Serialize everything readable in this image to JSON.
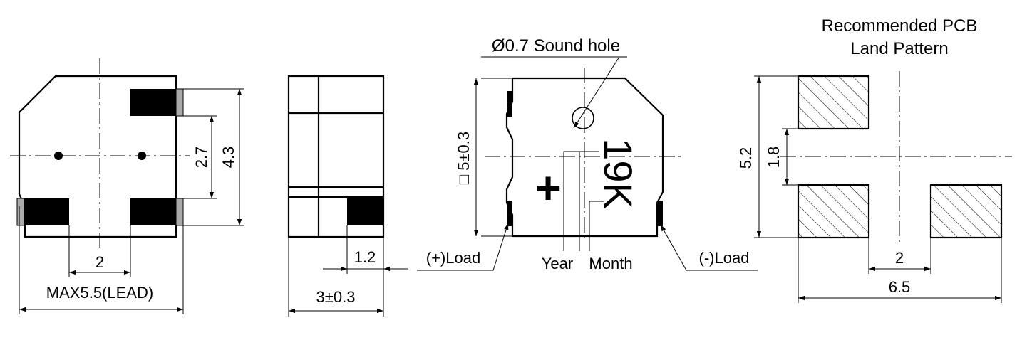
{
  "front_view": {
    "pin_spacing": "2",
    "inner_pitch": "2.7",
    "outer_pitch": "4.3",
    "overall_width": "MAX5.5(LEAD)"
  },
  "side_view": {
    "lead_length": "1.2",
    "height": "3±0.3"
  },
  "top_view": {
    "sound_hole": "Ø0.7 Sound hole",
    "body_size": "□ 5±0.3",
    "marking": "19K",
    "polarity": "+",
    "year_label": "Year",
    "month_label": "Month",
    "pos_load": "(+)Load",
    "neg_load": "(-)Load"
  },
  "pcb_pattern": {
    "title_line1": "Recommended PCB",
    "title_line2": "Land Pattern",
    "outer_pitch": "5.2",
    "inner_gap": "1.8",
    "pad_gap": "2",
    "overall_width": "6.5"
  }
}
